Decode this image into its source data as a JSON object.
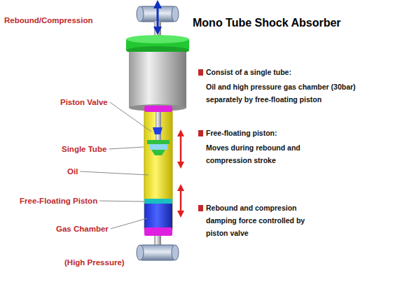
{
  "diagram": {
    "title": "Mono Tube Shock Absorber",
    "labels": [
      "Rebound/Compression",
      "Piston Valve",
      "Single Tube",
      "Oil",
      "Free-Floating Piston",
      "Gas Chamber",
      "(High Pressure)",
      "Consist of a single tube:",
      "Oil and high pressure gas chamber (30bar) separately by free-floating piston",
      "Free-floating piston:",
      "Moves during rebound and compression stroke",
      "Rebound and compresion damping force controlled by piston valve"
    ]
  }
}
